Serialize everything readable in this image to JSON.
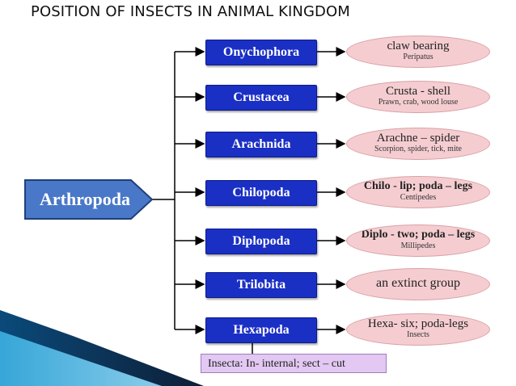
{
  "title": "POSITION OF INSECTS IN ANIMAL KINGDOM",
  "root": "Arthropoda",
  "classes": [
    {
      "name": "Onychophora",
      "meaning": "claw bearing",
      "example": "Peripatus"
    },
    {
      "name": "Crustacea",
      "meaning": "Crusta - shell",
      "example": "Prawn, crab, wood louse"
    },
    {
      "name": "Arachnida",
      "meaning": "Arachne – spider",
      "example": "Scorpion, spider, tick, mite"
    },
    {
      "name": "Chilopoda",
      "meaning": "Chilo - lip; poda – legs",
      "example": "Centipedes"
    },
    {
      "name": "Diplopoda",
      "meaning": "Diplo - two; poda – legs",
      "example": "Millipedes"
    },
    {
      "name": "Trilobita",
      "meaning": "an extinct group",
      "example": ""
    },
    {
      "name": "Hexapoda",
      "meaning": "Hexa- six; poda-legs",
      "example": "Insects"
    }
  ],
  "insecta_note": "Insecta: In- internal; sect – cut",
  "colors": {
    "box": "#1a2fc4",
    "oval": "#f5cdd0",
    "root": "#4a78c8",
    "insecta": "#e2c8f2"
  }
}
